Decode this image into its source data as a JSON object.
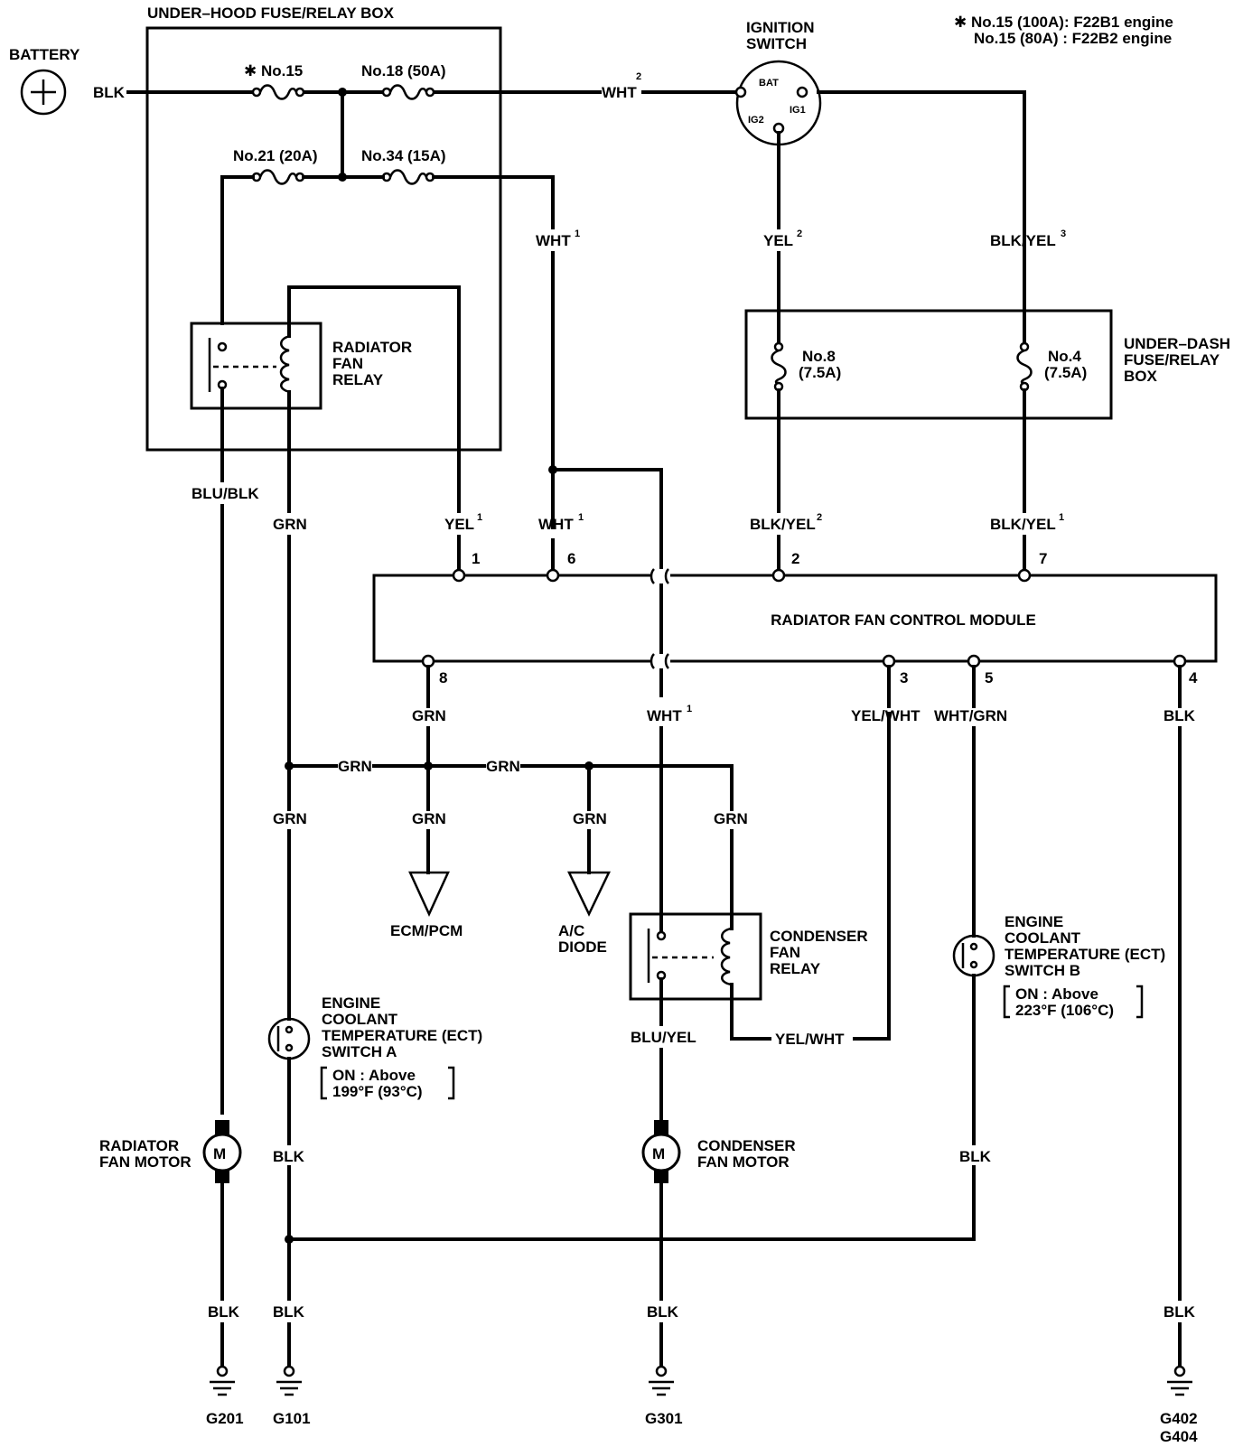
{
  "battery": {
    "label": "BATTERY",
    "wire": "BLK"
  },
  "fuse_note": {
    "line1": "✱ No.15 (100A): F22B1 engine",
    "line2": "No.15 (80A)  : F22B2 engine"
  },
  "underhood_box": {
    "title": "UNDER–HOOD FUSE/RELAY BOX"
  },
  "fuses": {
    "no15": "✱ No.15",
    "no18": "No.18 (50A)",
    "no21": "No.21 (20A)",
    "no34": "No.34 (15A)",
    "no8_a": "No.8",
    "no8_b": "(7.5A)",
    "no4_a": "No.4",
    "no4_b": "(7.5A)"
  },
  "ignition": {
    "l1": "IGNITION",
    "l2": "SWITCH",
    "bat": "BAT",
    "ig1": "IG1",
    "ig2": "IG2"
  },
  "underdash_box": {
    "l1": "UNDER–DASH",
    "l2": "FUSE/RELAY",
    "l3": "BOX"
  },
  "radiator_relay": {
    "l1": "RADIATOR",
    "l2": "FAN",
    "l3": "RELAY"
  },
  "condenser_relay": {
    "l1": "CONDENSER",
    "l2": "FAN",
    "l3": "RELAY"
  },
  "module": {
    "title": "RADIATOR FAN CONTROL MODULE",
    "pins": [
      "1",
      "6",
      "2",
      "7",
      "8",
      "3",
      "5",
      "4"
    ]
  },
  "wires": {
    "wht": "WHT",
    "yel": "YEL",
    "blk_yel": "BLK/YEL",
    "blu_blk": "BLU/BLK",
    "grn": "GRN",
    "yel_wht": "YEL/WHT",
    "wht_grn": "WHT/GRN",
    "blk": "BLK",
    "blu_yel": "BLU/YEL"
  },
  "sups": {
    "one": "1",
    "two": "2",
    "three": "3"
  },
  "ecm": {
    "label": "ECM/PCM"
  },
  "ac_diode": {
    "l1": "A/C",
    "l2": "DIODE"
  },
  "ect_a": {
    "l1": "ENGINE",
    "l2": "COOLANT",
    "l3": "TEMPERATURE (ECT)",
    "l4": "SWITCH A",
    "on1": "ON : Above",
    "on2": "199°F (93°C)"
  },
  "ect_b": {
    "l1": "ENGINE",
    "l2": "COOLANT",
    "l3": "TEMPERATURE (ECT)",
    "l4": "SWITCH B",
    "on1": "ON : Above",
    "on2": "223°F (106°C)"
  },
  "motor_symbol": "M",
  "radiator_motor": {
    "l1": "RADIATOR",
    "l2": "FAN MOTOR"
  },
  "condenser_motor": {
    "l1": "CONDENSER",
    "l2": "FAN MOTOR"
  },
  "grounds": {
    "g201": "G201",
    "g101": "G101",
    "g301": "G301",
    "g402": "G402",
    "g404": "G404"
  }
}
